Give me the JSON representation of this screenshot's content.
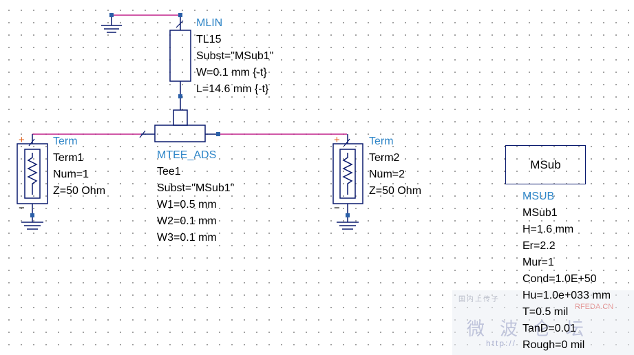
{
  "colors": {
    "wire": "#c0208a",
    "component": "#0a1a6e",
    "pin": "#2a5fa8",
    "type_label": "#2f86c8",
    "plus": "#e0601a"
  },
  "components": {
    "mlin": {
      "type": "MLIN",
      "name": "TL15",
      "params": [
        "Subst=\"MSub1\"",
        "W=0.1 mm {-t}",
        "L=14.6 mm {-t}"
      ]
    },
    "tee": {
      "type": "MTEE_ADS",
      "name": "Tee1",
      "params": [
        "Subst=\"MSub1\"",
        "W1=0.5 mm",
        "W2=0.1 mm",
        "W3=0.1 mm"
      ]
    },
    "term1": {
      "type": "Term",
      "name": "Term1",
      "params": [
        "Num=1",
        "Z=50 Ohm"
      ]
    },
    "term2": {
      "type": "Term",
      "name": "Term2",
      "params": [
        "Num=2",
        "Z=50 Ohm"
      ]
    },
    "msub": {
      "box_label": "MSub",
      "type": "MSUB",
      "name": "MSub1",
      "params": [
        "H=1.6 mm",
        "Er=2.2",
        "Mur=1",
        "Cond=1.0E+50",
        "Hu=1.0e+033 mm",
        "T=0.5 mil",
        "TanD=0.01",
        "Rough=0 mil"
      ]
    }
  },
  "symbols": {
    "plus": "+",
    "minus": "−"
  },
  "watermark": {
    "line1": "国内上传子",
    "site": "RFEDA.CN",
    "title": "微波仑坛",
    "url": "http://"
  }
}
